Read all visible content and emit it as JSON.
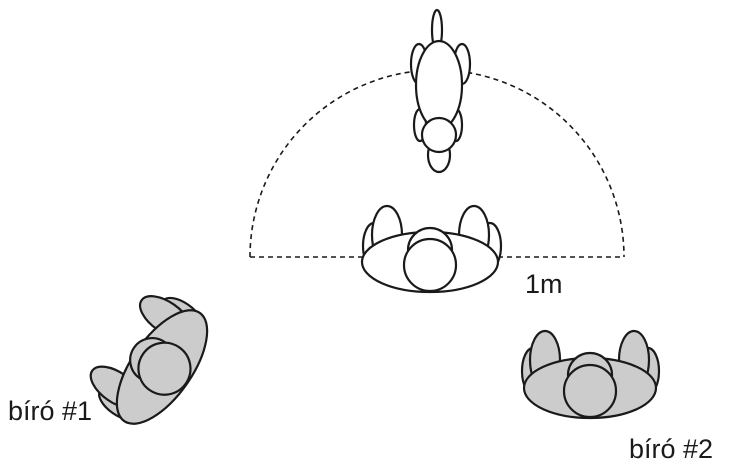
{
  "labels": {
    "distance": "1m",
    "judge1": "bíró #1",
    "judge2": "bíró #2"
  },
  "colors": {
    "stroke": "#1a1a1a",
    "judge_fill": "#cccccc",
    "white_fill": "#ffffff"
  }
}
